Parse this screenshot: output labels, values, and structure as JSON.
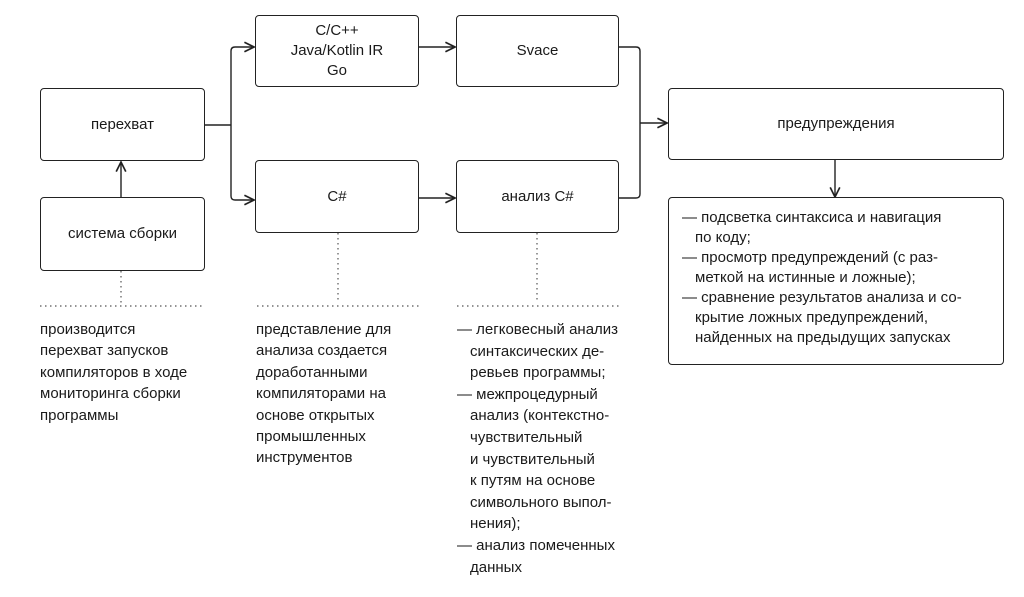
{
  "boxes": {
    "intercept": "перехват",
    "build_system": "система сборки",
    "frontends_native": "C/C++\nJava/Kotlin IR\nGo",
    "frontend_csharp": "C#",
    "svace": "Svace",
    "csharp_analysis": "анализ C#",
    "warnings": "предупреждения"
  },
  "notes": {
    "build_system": "производится\nперехват запусков\nкомпиляторов в ходе\nмониторинга сборки\nпрограммы",
    "frontends": "представление для\nанализа создается\nдоработанными\nкомпиляторами на\nоснове открытых\nпромышленных\nинструментов"
  },
  "analysis_items": [
    "легковесный анализ\nсинтаксических де-\nревьев программы;",
    "межпроцедурный\nанализ (контекстно-\nчувствительный\nи чувствительный\nк путям на основе\nсимвольного выпол-\nнения);",
    "анализ помеченных\nданных"
  ],
  "warnings_items": [
    "подсветка синтаксиса и навигация\nпо коду;",
    "просмотр предупреждений (с раз-\nметкой на истинные и ложные);",
    "сравнение результатов анализа и со-\nкрытие ложных предупреждений,\nнайденных на предыдущих запусках"
  ]
}
